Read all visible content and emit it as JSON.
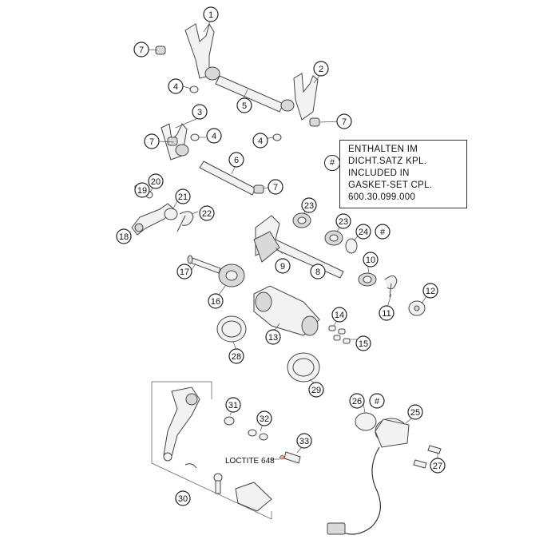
{
  "callouts": [
    {
      "id": "c1",
      "label": "1"
    },
    {
      "id": "c2",
      "label": "2"
    },
    {
      "id": "c3",
      "label": "3"
    },
    {
      "id": "c4a",
      "label": "4"
    },
    {
      "id": "c4b",
      "label": "4"
    },
    {
      "id": "c4c",
      "label": "4"
    },
    {
      "id": "c5",
      "label": "5"
    },
    {
      "id": "c6",
      "label": "6"
    },
    {
      "id": "c7a",
      "label": "7"
    },
    {
      "id": "c7b",
      "label": "7"
    },
    {
      "id": "c7c",
      "label": "7"
    },
    {
      "id": "c7d",
      "label": "7"
    },
    {
      "id": "c8",
      "label": "8"
    },
    {
      "id": "c9",
      "label": "9"
    },
    {
      "id": "c10",
      "label": "10"
    },
    {
      "id": "c11",
      "label": "11"
    },
    {
      "id": "c12",
      "label": "12"
    },
    {
      "id": "c13",
      "label": "13"
    },
    {
      "id": "c14",
      "label": "14"
    },
    {
      "id": "c15",
      "label": "15"
    },
    {
      "id": "c16",
      "label": "16"
    },
    {
      "id": "c17",
      "label": "17"
    },
    {
      "id": "c18",
      "label": "18"
    },
    {
      "id": "c19",
      "label": "19"
    },
    {
      "id": "c20",
      "label": "20"
    },
    {
      "id": "c21",
      "label": "21"
    },
    {
      "id": "c22",
      "label": "22"
    },
    {
      "id": "c23a",
      "label": "23"
    },
    {
      "id": "c23b",
      "label": "23"
    },
    {
      "id": "c24",
      "label": "24"
    },
    {
      "id": "c25",
      "label": "25"
    },
    {
      "id": "c26",
      "label": "26"
    },
    {
      "id": "c27",
      "label": "27"
    },
    {
      "id": "c28",
      "label": "28"
    },
    {
      "id": "c29",
      "label": "29"
    },
    {
      "id": "c30",
      "label": "30"
    },
    {
      "id": "c31",
      "label": "31"
    },
    {
      "id": "c32",
      "label": "32"
    },
    {
      "id": "c33",
      "label": "33"
    }
  ],
  "gasket_note": {
    "marker": "#",
    "lines": [
      "ENTHALTEN IM",
      "DICHT.SATZ KPL.",
      "INCLUDED IN",
      "GASKET-SET CPL.",
      "600.30.099.000"
    ]
  },
  "hash_markers": {
    "near_24": "#",
    "near_26": "#"
  },
  "loctite_label": "LOCTITE 648"
}
